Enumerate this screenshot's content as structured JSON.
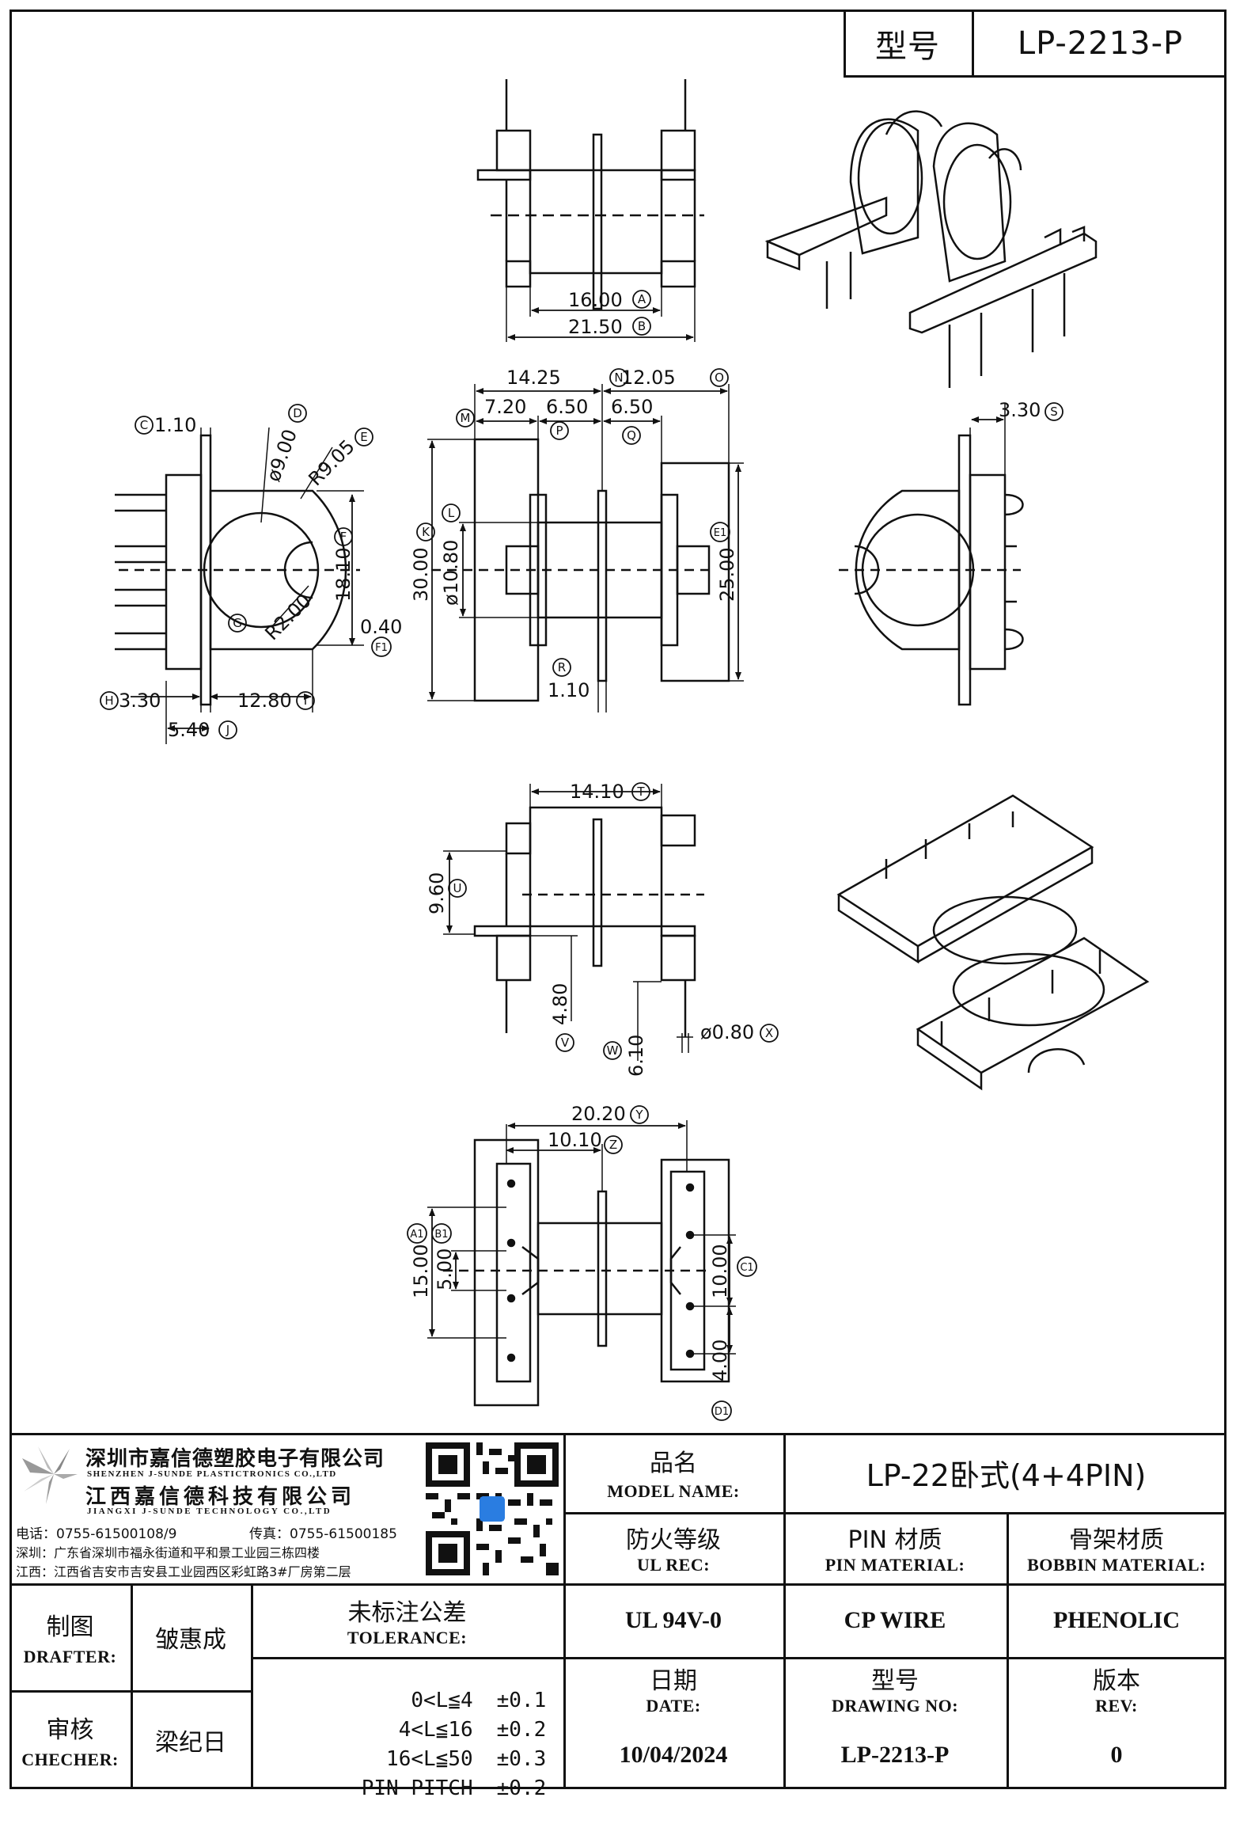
{
  "header": {
    "model_label": "型号",
    "model_value": "LP-2213-P"
  },
  "dimensions": {
    "top_view": [
      "16.00",
      "21.50"
    ],
    "left_view": [
      "1.10",
      "ø9.00",
      "R9.05",
      "18.10",
      "R2.00",
      "0.40",
      "3.30",
      "12.80",
      "5.40"
    ],
    "front_view": [
      "14.25",
      "12.05",
      "7.20",
      "6.50",
      "6.50",
      "30.00",
      "ø10.80",
      "25.00",
      "1.10"
    ],
    "right_view": [
      "3.30"
    ],
    "side_view": [
      "14.10",
      "9.60",
      "4.80",
      "6.10",
      "ø0.80"
    ],
    "bottom_view": [
      "20.20",
      "10.10",
      "15.00",
      "5.00",
      "10.00",
      "4.00"
    ]
  },
  "markers": [
    "A",
    "B",
    "C",
    "D",
    "E",
    "F",
    "F1",
    "G",
    "H",
    "I",
    "J",
    "K",
    "L",
    "M",
    "N",
    "O",
    "P",
    "Q",
    "R",
    "S",
    "T",
    "U",
    "V",
    "W",
    "X",
    "Y",
    "Z",
    "A1",
    "B1",
    "C1",
    "D1",
    "E1"
  ],
  "title_block": {
    "company_sz": "深圳市嘉信德塑胶电子有限公司",
    "company_sz_en": "SHENZHEN J-SUNDE PLASTICTRONICS CO.,LTD",
    "company_jx": "江西嘉信德科技有限公司",
    "company_jx_en": "JIANGXI J-SUNDE TECHNOLOGY CO.,LTD",
    "tel": "电话：0755-61500108/9",
    "fax": "传真：0755-61500185",
    "addr_sz": "深圳：广东省深圳市福永街道和平和景工业园三栋四楼",
    "addr_jx": "江西：江西省吉安市吉安县工业园西区彩虹路3#厂房第二层",
    "model_name_cn": "品名",
    "model_name_en": "MODEL NAME:",
    "model_name_value": "LP-22卧式(4+4PIN)",
    "ul_cn": "防火等级",
    "ul_en": "UL REC:",
    "pin_cn": "PIN 材质",
    "pin_en": "PIN MATERIAL:",
    "bobbin_cn": "骨架材质",
    "bobbin_en": "BOBBIN MATERIAL:",
    "ul_value": "UL 94V-0",
    "pin_value": "CP WIRE",
    "bobbin_value": "PHENOLIC",
    "drafter_cn": "制图",
    "drafter_en": "DRAFTER:",
    "drafter_name": "皱惠成",
    "checker_cn": "审核",
    "checker_en": "CHECHER:",
    "checker_name": "梁纪日",
    "tol_cn": "未标注公差",
    "tol_en": "TOLERANCE:",
    "tolerances": [
      {
        "range": "0<L≦4",
        "value": "±0.1"
      },
      {
        "range": "4<L≦16",
        "value": "±0.2"
      },
      {
        "range": "16<L≦50",
        "value": "±0.3"
      },
      {
        "range": "PIN PITCH",
        "value": "±0.2"
      }
    ],
    "date_cn": "日期",
    "date_en": "DATE:",
    "date_value": "10/04/2024",
    "dwg_cn": "型号",
    "dwg_en": "DRAWING NO:",
    "dwg_value": "LP-2213-P",
    "rev_cn": "版本",
    "rev_en": "REV:",
    "rev_value": "0"
  }
}
